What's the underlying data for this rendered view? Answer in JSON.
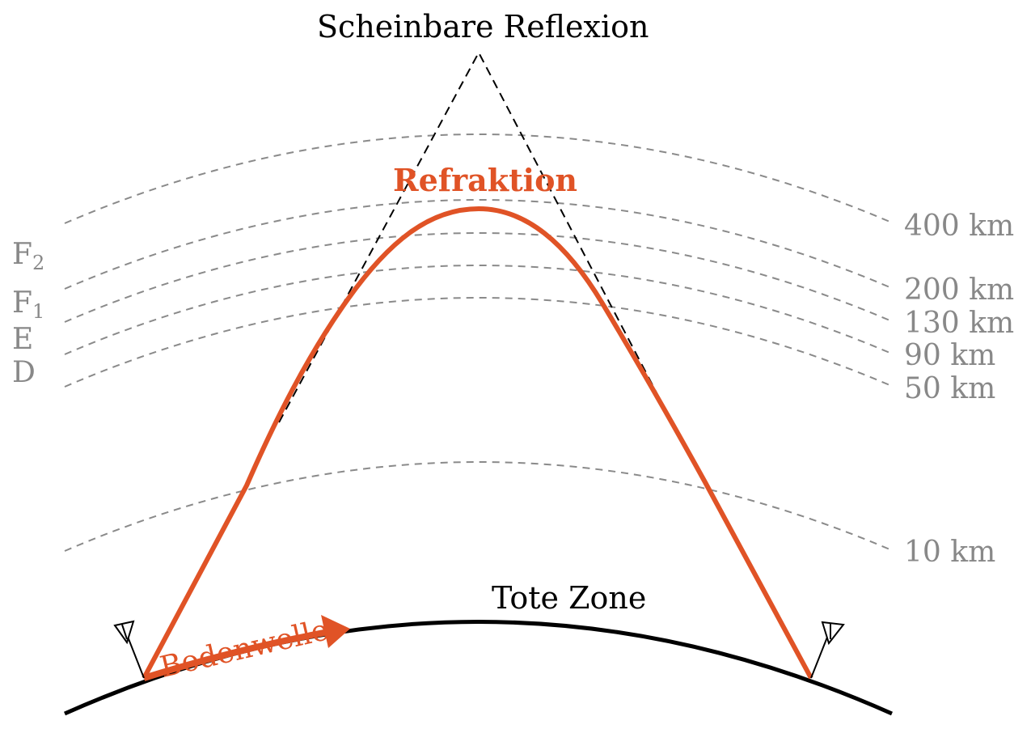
{
  "diagram": {
    "title": "Scheinbare Reflexion",
    "refraction_label": "Refraktion",
    "ground_wave_label": "Bodenwelle",
    "dead_zone_label": "Tote Zone",
    "layer_names": [
      {
        "letter": "F",
        "sub": "2"
      },
      {
        "letter": "F",
        "sub": "1"
      },
      {
        "letter": "E",
        "sub": ""
      },
      {
        "letter": "D",
        "sub": ""
      }
    ],
    "altitudes": [
      "400 km",
      "200 km",
      "130 km",
      "90 km",
      "50 km",
      "10 km"
    ]
  },
  "colors": {
    "accent": "#e05326",
    "layer_gray": "#888888",
    "ground": "#000000"
  },
  "icons": {
    "antenna": "antenna-icon"
  }
}
